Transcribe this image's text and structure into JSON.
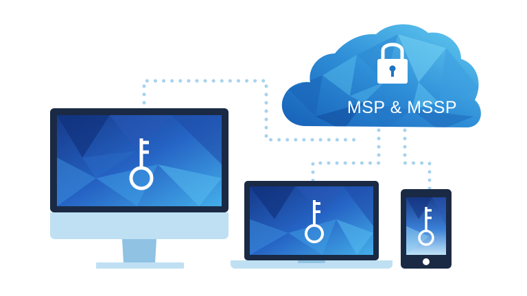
{
  "cloud": {
    "label": "MSP & MSSP",
    "icon": "padlock-icon"
  },
  "devices": [
    {
      "name": "desktop-monitor",
      "icon": "key-icon"
    },
    {
      "name": "laptop",
      "icon": "key-icon"
    },
    {
      "name": "smartphone",
      "icon": "key-icon"
    }
  ],
  "colors": {
    "screen_dark": "#1b3f8f",
    "screen_mid": "#2a6fce",
    "screen_light": "#3ea4e6",
    "bezel": "#1a2a44",
    "device_body": "#bfe0f3",
    "device_stand": "#8fc2e3",
    "cloud_dark": "#1f74c4",
    "cloud_light": "#5ec6ef",
    "dots": "#a7d3ee",
    "white": "#ffffff"
  }
}
